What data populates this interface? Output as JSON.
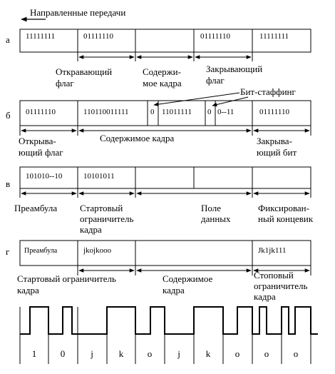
{
  "direction_label": "Направленные передачи",
  "rows": [
    {
      "letter": "а",
      "cells": [
        "11111111",
        "01111110",
        "",
        "01111110",
        "11111111"
      ],
      "labels": [
        {
          "lines": [
            "Откравающий",
            "флаг"
          ]
        },
        {
          "lines": [
            "Содержи-",
            "мое кадра"
          ]
        },
        {
          "lines": [
            "Закрывающий",
            "флаг"
          ]
        }
      ]
    },
    {
      "letter": "б",
      "cells": [
        "01111110",
        "110110011111",
        "0",
        "11011111",
        "0",
        "0--11",
        "01111110"
      ],
      "callout": "Бит-стаффинг",
      "labels": [
        {
          "lines": [
            "Открыва-",
            "ющий флаг"
          ]
        },
        {
          "lines": [
            "Содержимое кадра"
          ]
        },
        {
          "lines": [
            "Закрыва-",
            "ющий бит"
          ]
        }
      ]
    },
    {
      "letter": "в",
      "cells": [
        "101010--10",
        "10101011",
        "",
        "",
        ""
      ],
      "labels": [
        {
          "lines": [
            "Преамбула"
          ]
        },
        {
          "lines": [
            "Стартовый",
            "ограничитель",
            "кадра"
          ]
        },
        {
          "lines": [
            "Поле",
            "данных"
          ]
        },
        {
          "lines": [
            "Фиксирован-",
            "ный концевик"
          ]
        }
      ]
    },
    {
      "letter": "г",
      "cells": [
        "Преамбула",
        "jkojkooo",
        "",
        "Jk1jk111"
      ],
      "labels": [
        {
          "lines": [
            "Стартовый ограничитель",
            "кадра"
          ]
        },
        {
          "lines": [
            "Содержимое",
            "кадра"
          ]
        },
        {
          "lines": [
            "Стоповый",
            "ограничитель",
            "кадра"
          ]
        }
      ]
    }
  ],
  "signal": {
    "symbols": [
      "1",
      "0",
      "j",
      "k",
      "o",
      "j",
      "k",
      "o",
      "o",
      "o"
    ]
  }
}
